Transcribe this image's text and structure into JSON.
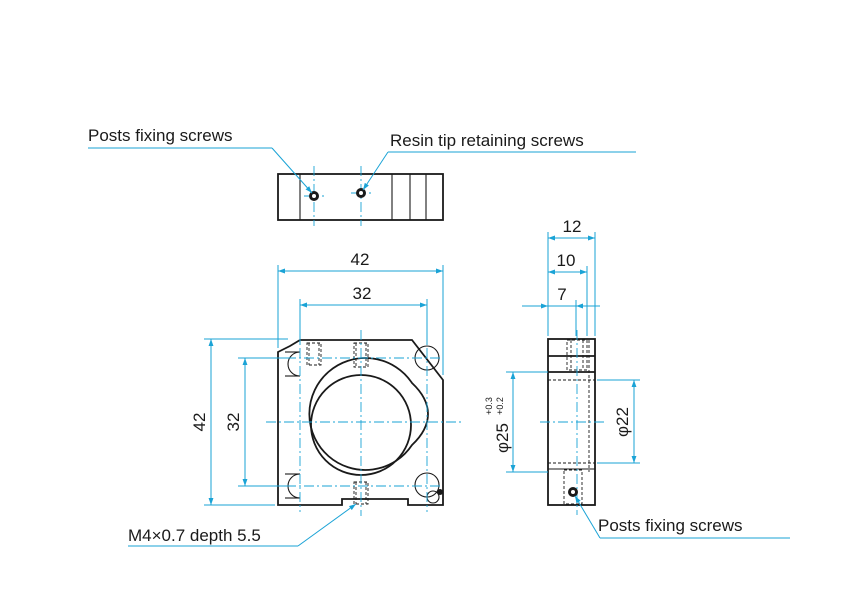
{
  "labels": {
    "posts_fixing_top": "Posts fixing screws",
    "resin_tip": "Resin tip retaining screws",
    "posts_fixing_side": "Posts fixing screws",
    "thread": "M4×0.7 depth 5.5"
  },
  "dimensions": {
    "front_width": "42",
    "hole_spacing_h": "32",
    "front_height": "42",
    "hole_spacing_v": "32",
    "side_width": "12",
    "side_10": "10",
    "side_7": "7",
    "bore_main": "φ25",
    "bore_tol_upper": "+0.3",
    "bore_tol_lower": "+0.2",
    "bore_inner": "φ22"
  },
  "colors": {
    "line": "#1a1a1a",
    "dimension": "#1aa3d6"
  }
}
